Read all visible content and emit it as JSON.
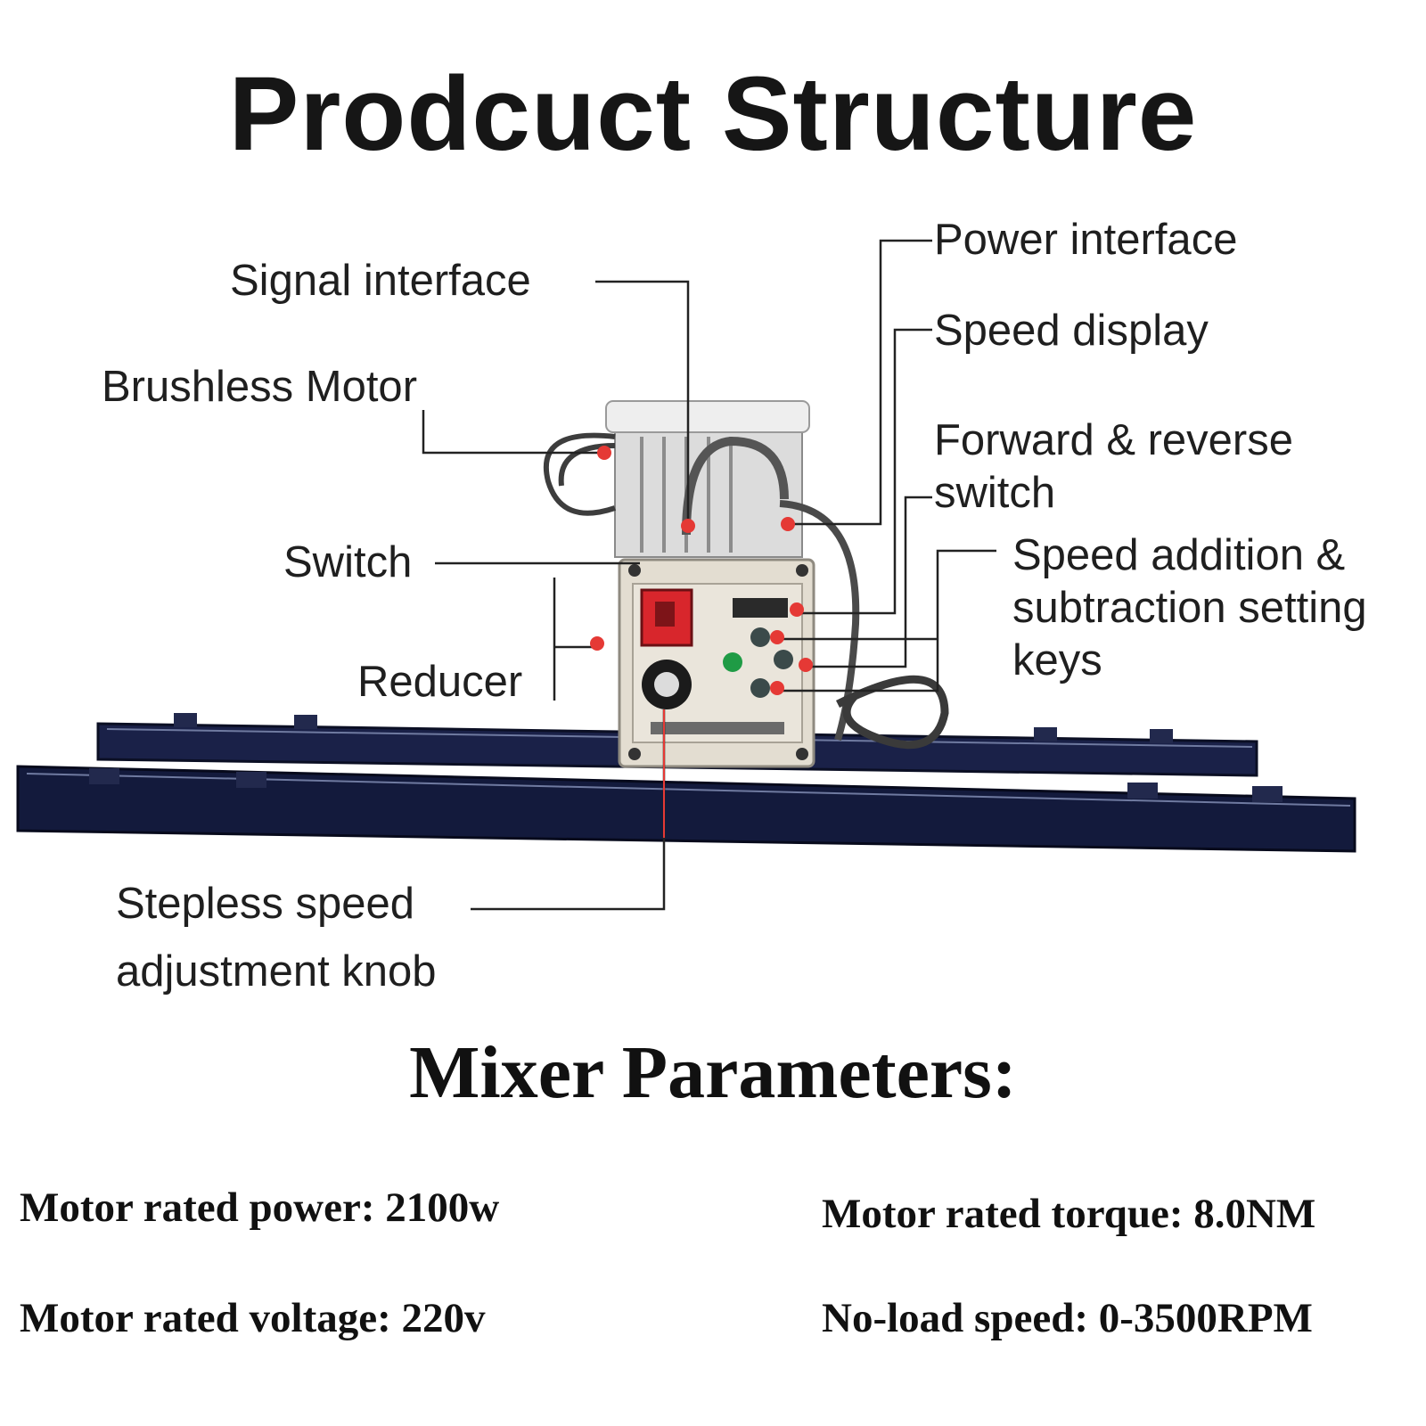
{
  "title": "Prodcuct Structure",
  "labels": {
    "signal_interface": "Signal interface",
    "brushless_motor": "Brushless Motor",
    "switch": "Switch",
    "reducer": "Reducer",
    "stepless_line1": "Stepless speed",
    "stepless_line2": "adjustment knob",
    "power_interface": "Power interface",
    "speed_display": "Speed display",
    "fwd_rev_line1": "Forward & reverse",
    "fwd_rev_line2": "switch",
    "speed_keys_line1": "Speed addition &",
    "speed_keys_line2": "subtraction setting",
    "speed_keys_line3": "keys"
  },
  "parameters_title": "Mixer Parameters:",
  "parameters": {
    "power": "Motor rated power: 2100w",
    "voltage": "Motor rated voltage: 220v",
    "torque": "Motor rated torque: 8.0NM",
    "speed": "No-load speed: 0-3500RPM"
  },
  "colors": {
    "callout_dot": "#e53935",
    "frame": "#111a3a",
    "panel": "#e3ddd1",
    "switch": "#d8262c"
  }
}
